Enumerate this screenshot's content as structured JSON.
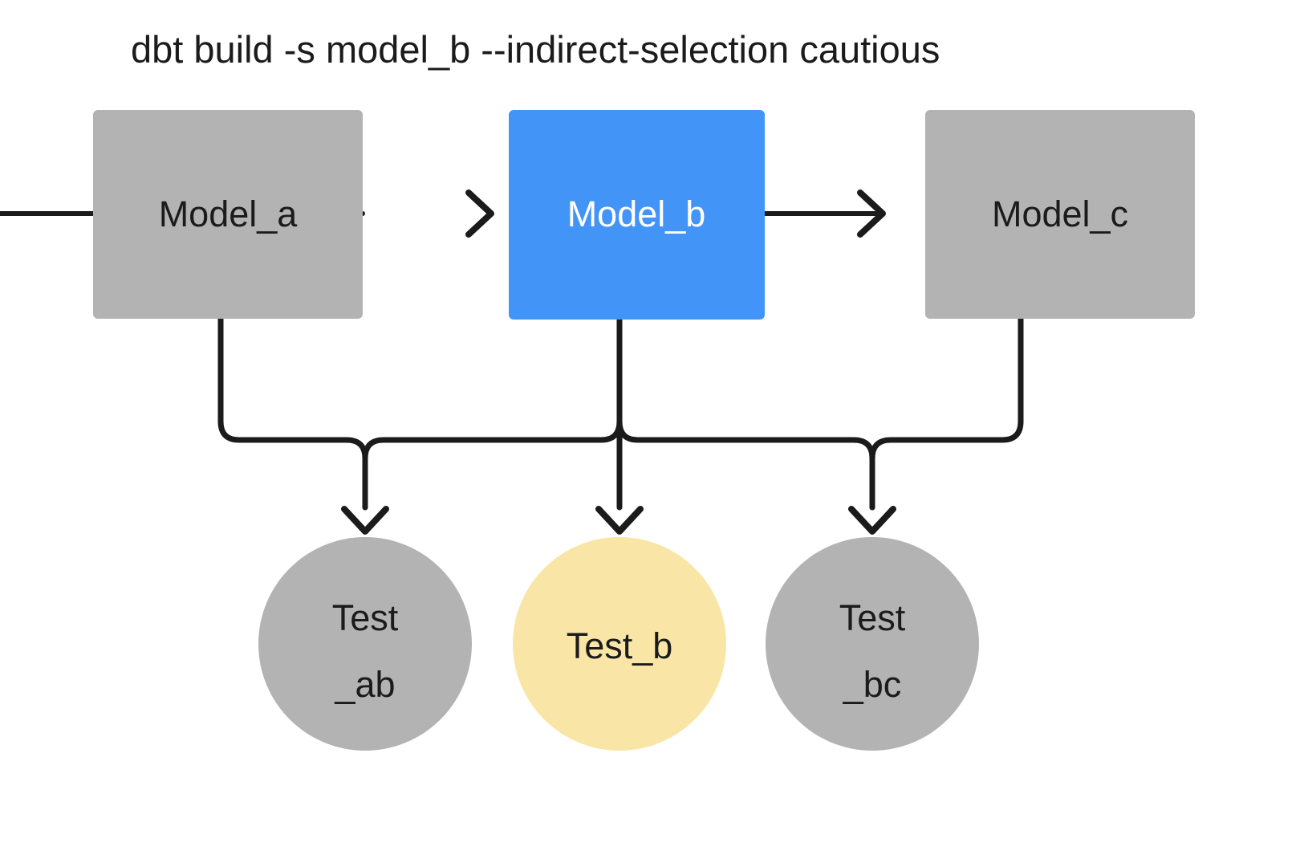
{
  "diagram": {
    "title": "dbt build -s model_b --indirect-selection cautious",
    "background_color": "#FFFFFF",
    "edge_color": "#1B1B1B",
    "colors": {
      "selected_model": "#4294F7",
      "unselected_node": "#B3B3B3",
      "selected_test": "#F9E6A7",
      "text_dark": "#1B1B1B",
      "text_light": "#FFFFFF"
    },
    "models": [
      {
        "id": "model_a",
        "label": "Model_a",
        "shape": "rectangle",
        "fill": "#B3B3B3",
        "text_color": "#1B1B1B",
        "selected": "false"
      },
      {
        "id": "model_b",
        "label": "Model_b",
        "shape": "rectangle",
        "fill": "#4294F7",
        "text_color": "#FFFFFF",
        "selected": "true"
      },
      {
        "id": "model_c",
        "label": "Model_c",
        "shape": "rectangle",
        "fill": "#B3B3B3",
        "text_color": "#1B1B1B",
        "selected": "false"
      }
    ],
    "tests": [
      {
        "id": "test_ab",
        "label": "Test_ab",
        "label_line1": "Test",
        "label_line2": "_ab",
        "shape": "circle",
        "fill": "#B3B3B3",
        "text_color": "#1B1B1B",
        "selected": "false"
      },
      {
        "id": "test_b",
        "label": "Test_b",
        "label_line1": "Test_b",
        "label_line2": "",
        "shape": "circle",
        "fill": "#F9E6A7",
        "text_color": "#1B1B1B",
        "selected": "true"
      },
      {
        "id": "test_bc",
        "label": "Test_bc",
        "label_line1": "Test",
        "label_line2": "_bc",
        "shape": "circle",
        "fill": "#B3B3B3",
        "text_color": "#1B1B1B",
        "selected": "false"
      }
    ],
    "edges": [
      {
        "id": "a-to-b",
        "from": "model_a",
        "to": "model_b",
        "style": "arrow-right"
      },
      {
        "id": "b-to-c",
        "from": "model_b",
        "to": "model_c",
        "style": "arrow-right"
      },
      {
        "id": "a-to-test-ab",
        "from": "model_a",
        "to": "test_ab",
        "style": "elbow-down"
      },
      {
        "id": "b-to-test-ab",
        "from": "model_b",
        "to": "test_ab",
        "style": "elbow-down"
      },
      {
        "id": "b-to-test-b",
        "from": "model_b",
        "to": "test_b",
        "style": "straight-down"
      },
      {
        "id": "b-to-test-bc",
        "from": "model_b",
        "to": "test_bc",
        "style": "elbow-down"
      },
      {
        "id": "c-to-test-bc",
        "from": "model_c",
        "to": "test_bc",
        "style": "elbow-down"
      }
    ]
  }
}
